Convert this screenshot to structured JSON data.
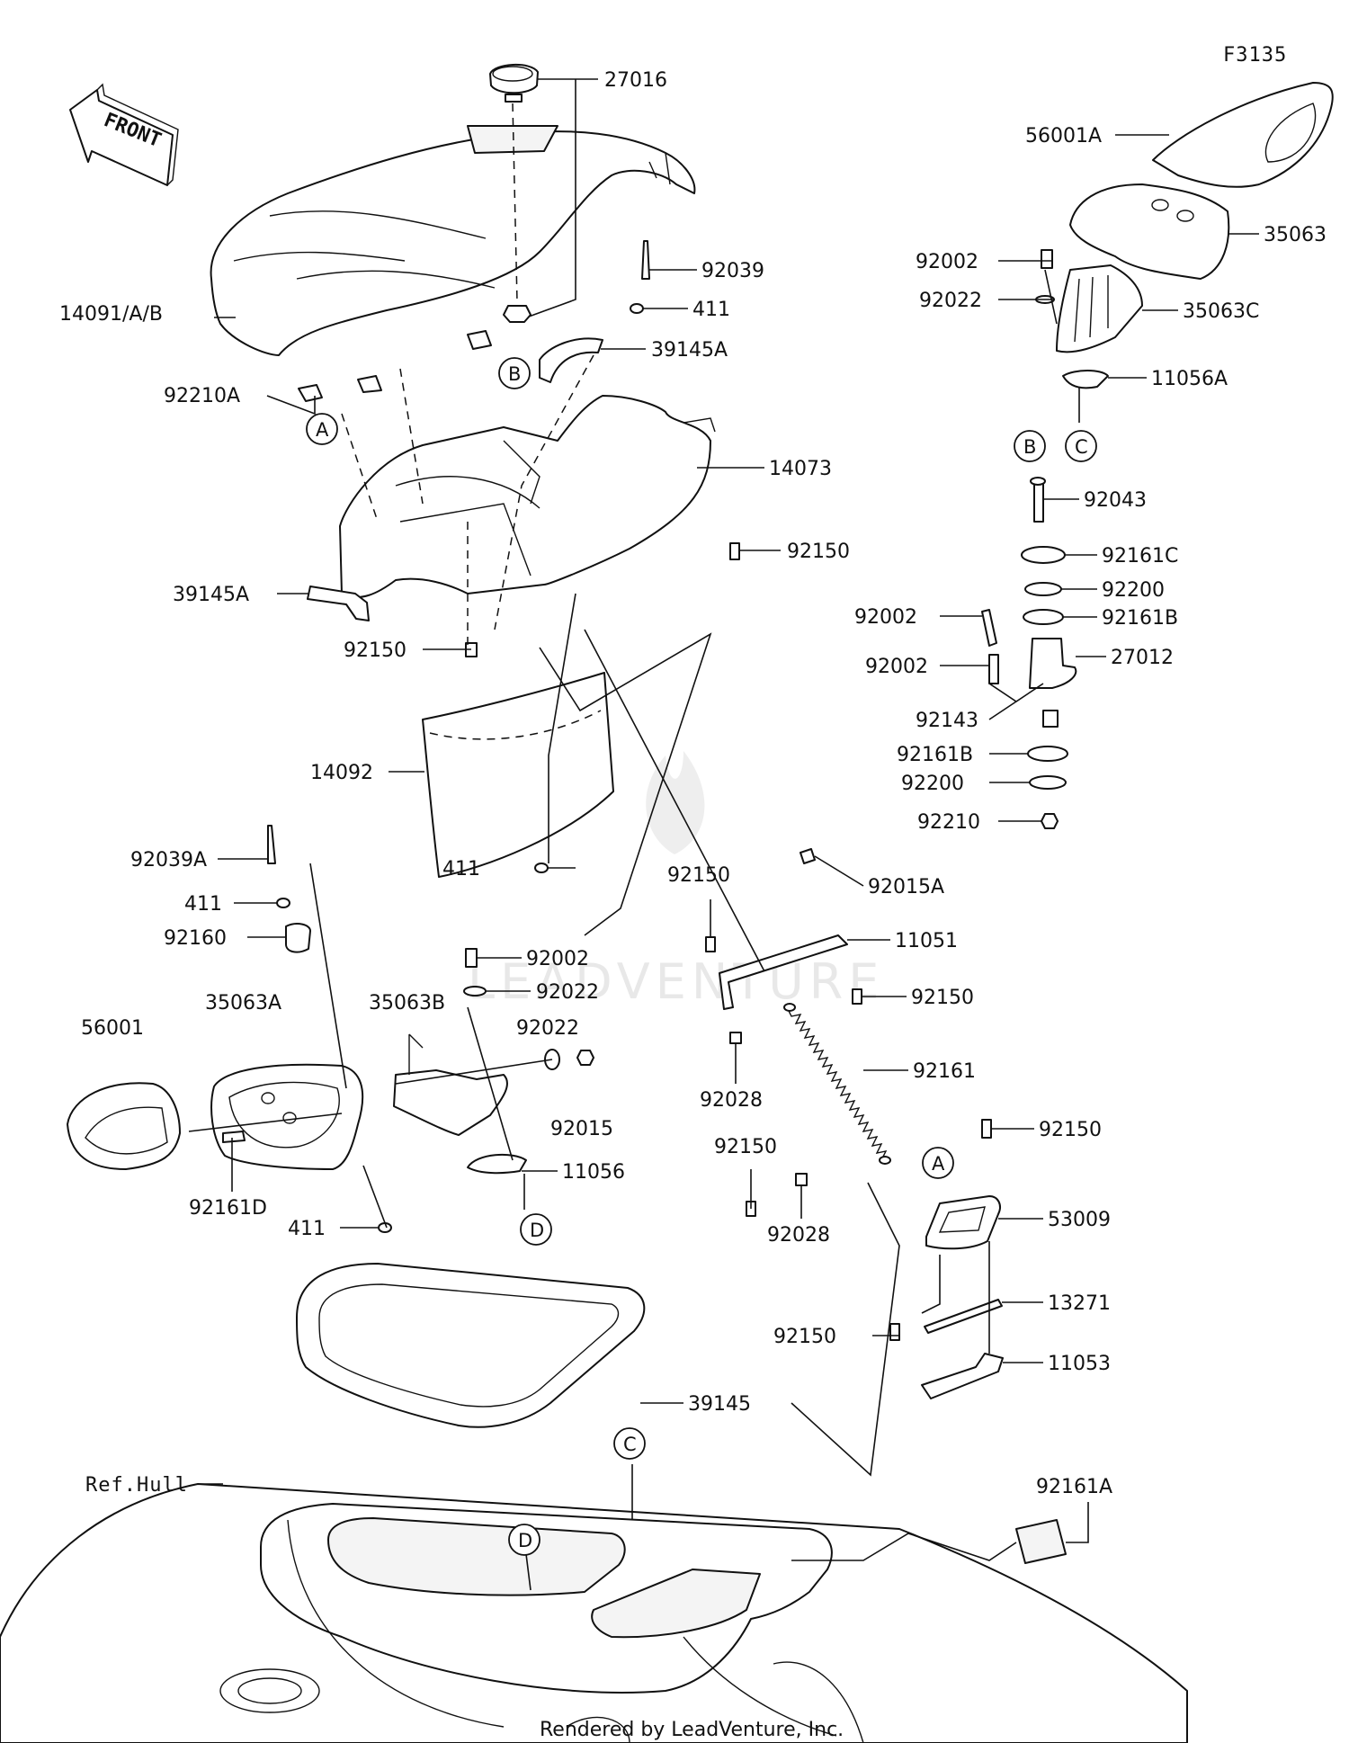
{
  "figure_code": "F3135",
  "footer": "Rendered by LeadVenture, Inc.",
  "watermark": "LEADVENTURE",
  "front_marker": "FRONT",
  "reference_label": "Ref.Hull",
  "callouts": {
    "p27016": "27016",
    "p14091": "14091/A/B",
    "p92039": "92039",
    "p411_top": "411",
    "p39145A_right": "39145A",
    "p92210A": "92210A",
    "p14073": "14073",
    "p92150_a": "92150",
    "p39145A_left": "39145A",
    "p92150_b": "92150",
    "p14092": "14092",
    "p411_mid": "411",
    "p92039A": "92039A",
    "p411_left": "411",
    "p92160": "92160",
    "p92002_mid": "92002",
    "p92022_mid": "92022",
    "p92022_low": "92022",
    "p56001": "56001",
    "p35063A": "35063A",
    "p35063B": "35063B",
    "p92015": "92015",
    "p11056": "11056",
    "p92161D": "92161D",
    "p411_bottom": "411",
    "p39145": "39145",
    "p56001A": "56001A",
    "p35063": "35063",
    "p92002_top": "92002",
    "p92022_top": "92022",
    "p35063C": "35063C",
    "p11056A": "11056A",
    "p92043": "92043",
    "p92161C": "92161C",
    "p92200_a": "92200",
    "p92002_r1": "92002",
    "p92161B_a": "92161B",
    "p27012": "27012",
    "p92002_r2": "92002",
    "p92143": "92143",
    "p92161B_b": "92161B",
    "p92200_b": "92200",
    "p92210": "92210",
    "p92150_c": "92150",
    "p92015A": "92015A",
    "p11051": "11051",
    "p92150_d": "92150",
    "p92161": "92161",
    "p92028_a": "92028",
    "p92150_e": "92150",
    "p92028_b": "92028",
    "p92150_f": "92150",
    "p53009": "53009",
    "p13271": "13271",
    "p92150_g": "92150",
    "p11053": "11053",
    "p92161A": "92161A"
  },
  "circle_refs": {
    "a1": "A",
    "b1": "B",
    "b2": "B",
    "c1": "C",
    "d1": "D",
    "a2": "A",
    "c2": "C",
    "d2": "D"
  }
}
